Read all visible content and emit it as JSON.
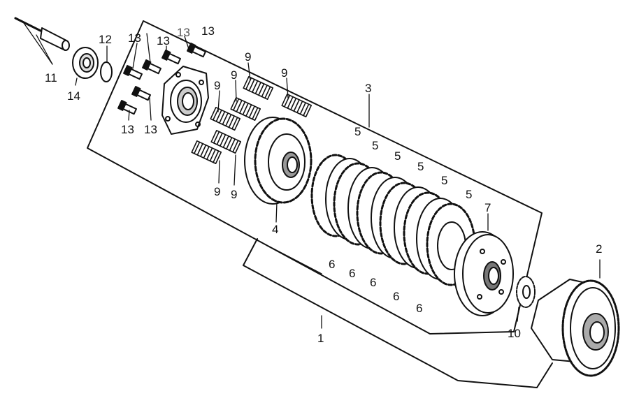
{
  "diagram": {
    "callouts": {
      "c1": "1",
      "c2": "2",
      "c3": "3",
      "c4": "4",
      "c5": "5",
      "c6": "6",
      "c7": "7",
      "c9": "9",
      "c10": "10",
      "c11": "11",
      "c12": "12",
      "c13": "13",
      "c14": "14"
    },
    "colors": {
      "ink": "#111111",
      "paper": "#ffffff",
      "shade": "#555555"
    }
  }
}
